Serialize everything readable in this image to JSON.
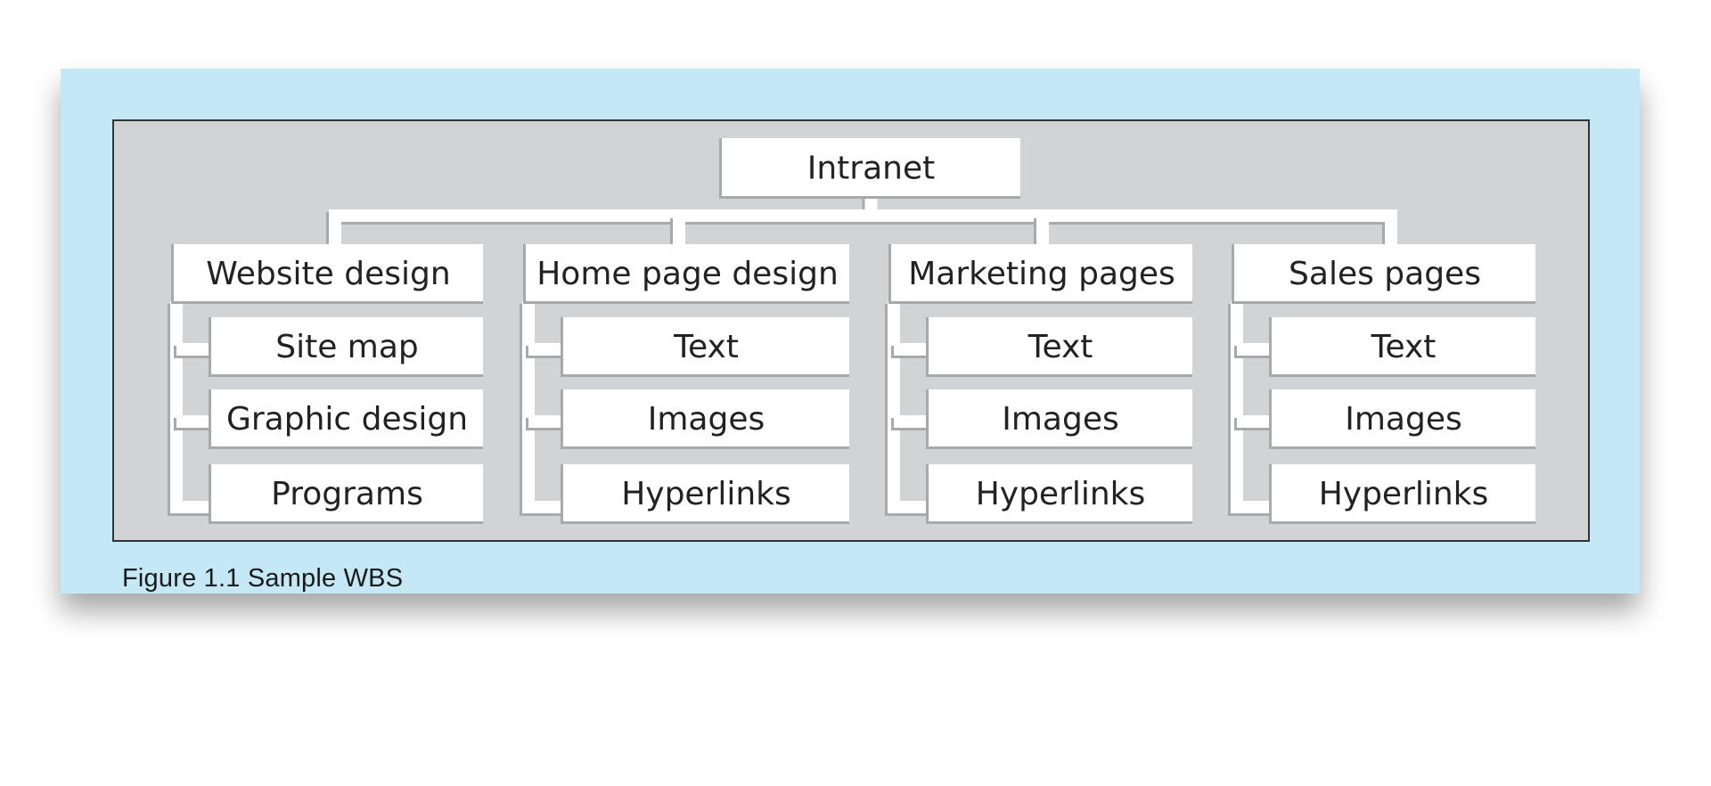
{
  "figure": {
    "caption": "Figure 1.1 Sample WBS",
    "colors": {
      "panel_background": "#c5e8f7",
      "diagram_background": "#d1d3d5",
      "box_fill": "#ffffff",
      "box_shadow": "#a7a9ab",
      "border": "#333333",
      "text": "#222222"
    }
  },
  "wbs": {
    "root": "Intranet",
    "branches": [
      {
        "label": "Website design",
        "children": [
          "Site map",
          "Graphic design",
          "Programs"
        ]
      },
      {
        "label": "Home page design",
        "children": [
          "Text",
          "Images",
          "Hyperlinks"
        ]
      },
      {
        "label": "Marketing pages",
        "children": [
          "Text",
          "Images",
          "Hyperlinks"
        ]
      },
      {
        "label": "Sales pages",
        "children": [
          "Text",
          "Images",
          "Hyperlinks"
        ]
      }
    ]
  }
}
